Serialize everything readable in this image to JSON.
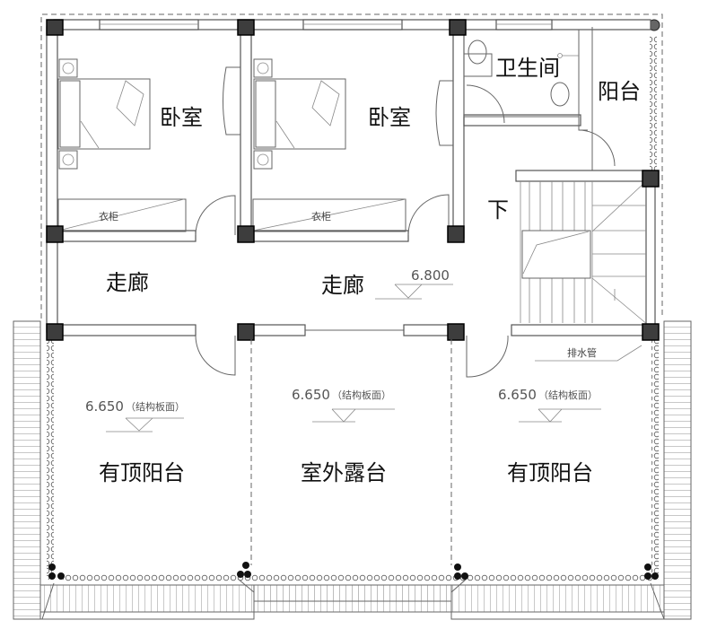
{
  "plan": {
    "rooms": {
      "bedroom_left": "卧室",
      "bedroom_right": "卧室",
      "bathroom": "卫生间",
      "balcony_top": "阳台",
      "stairs_down": "下",
      "corridor_left": "走廊",
      "corridor_right": "走廊",
      "covered_balcony_left": "有顶阳台",
      "outdoor_terrace": "室外露台",
      "covered_balcony_right": "有顶阳台"
    },
    "wardrobe_left": "衣柜",
    "wardrobe_right": "衣柜",
    "drain_pipe": "排水管",
    "corridor_elevation": "6.800",
    "slab_elevations": [
      {
        "value": "6.650",
        "note": "（结构板面）"
      },
      {
        "value": "6.650",
        "note": "（结构板面）"
      },
      {
        "value": "6.650",
        "note": "（结构板面）"
      }
    ],
    "colors": {
      "column": "#3d3d3d",
      "line": "#555555"
    }
  }
}
